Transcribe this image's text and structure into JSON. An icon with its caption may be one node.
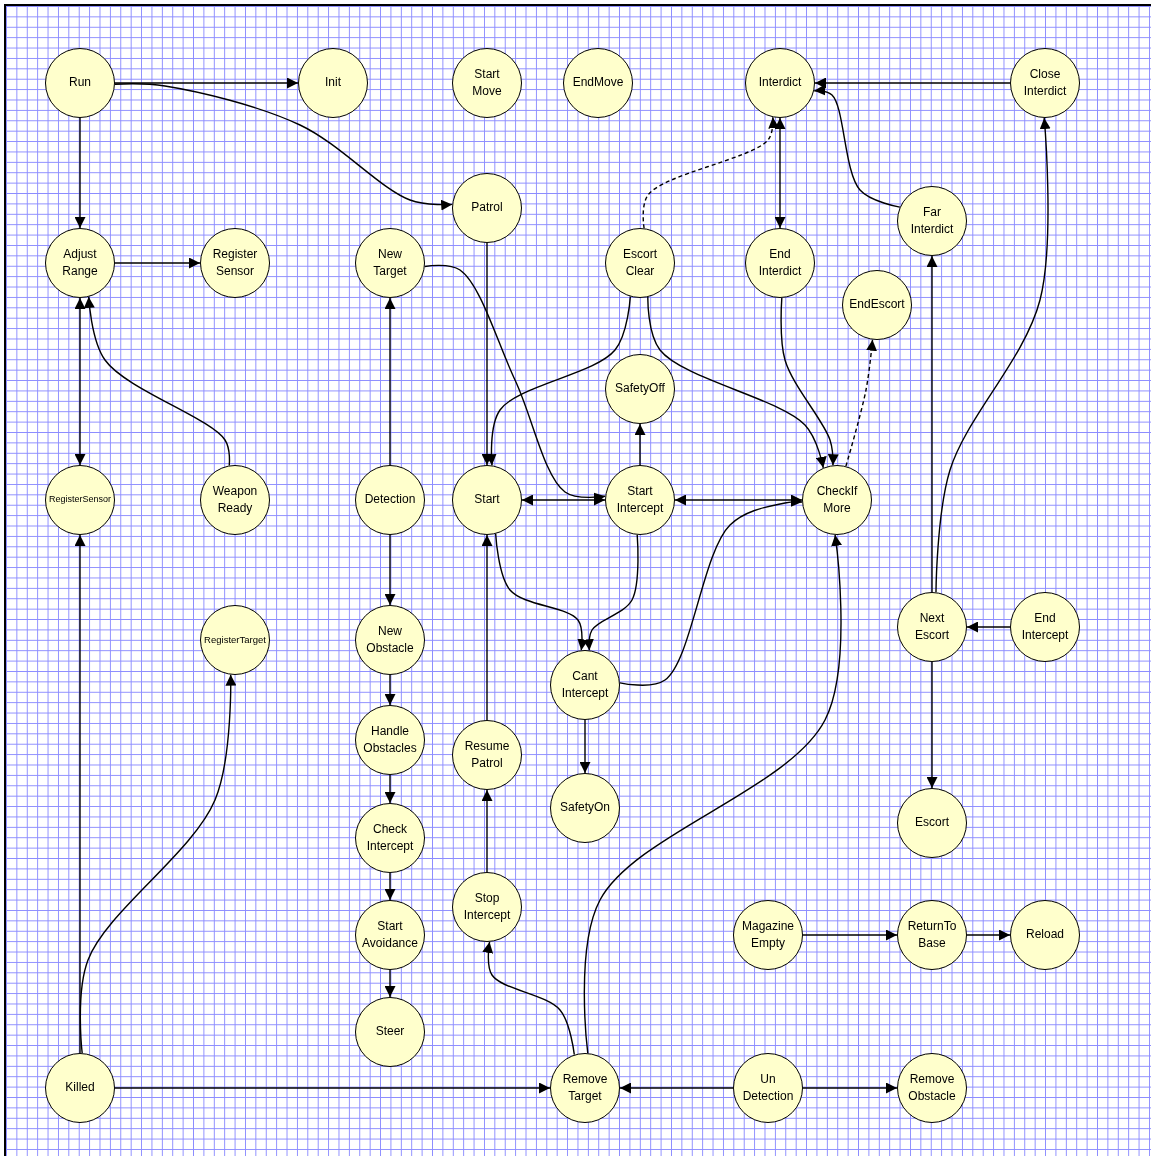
{
  "diagram": {
    "nodes": [
      {
        "text": [
          "Run"
        ]
      },
      {
        "text": [
          "Init"
        ]
      },
      {
        "text": [
          "Start Move"
        ]
      },
      {
        "text": [
          "EndMove"
        ]
      },
      {
        "text": [
          "Interdict"
        ]
      },
      {
        "text": [
          "Close Interdict"
        ]
      },
      {
        "text": [
          "Patrol"
        ]
      },
      {
        "text": [
          "Adjust Range"
        ]
      },
      {
        "text": [
          "Register Sensor"
        ]
      },
      {
        "text": [
          "New Target"
        ]
      },
      {
        "text": [
          "Escort Clear"
        ]
      },
      {
        "text": [
          "End Interdict"
        ]
      },
      {
        "text": [
          "Far Interdict"
        ]
      },
      {
        "text": [
          "EndEscort"
        ]
      },
      {
        "text": [
          "SafetyOff"
        ]
      },
      {
        "text": [
          "RegisterSensor"
        ]
      },
      {
        "text": [
          "Weapon Ready"
        ]
      },
      {
        "text": [
          "Detection"
        ]
      },
      {
        "text": [
          "Start"
        ]
      },
      {
        "text": [
          "Start Intercept"
        ]
      },
      {
        "text": [
          "CheckIf More"
        ]
      },
      {
        "text": [
          "New Obstacle"
        ]
      },
      {
        "text": [
          "RegisterTarget"
        ]
      },
      {
        "text": [
          "Next Escort"
        ]
      },
      {
        "text": [
          "End Intercept"
        ]
      },
      {
        "text": [
          "Cant Intercept"
        ]
      },
      {
        "text": [
          "Handle Obstacles"
        ]
      },
      {
        "text": [
          "Resume Patrol"
        ]
      },
      {
        "text": [
          "SafetyOn"
        ]
      },
      {
        "text": [
          "Check Intercept"
        ]
      },
      {
        "text": [
          "Escort"
        ]
      },
      {
        "text": [
          "Start Avoidance"
        ]
      },
      {
        "text": [
          "Stop Intercept"
        ]
      },
      {
        "text": [
          "Magazine Empty"
        ]
      },
      {
        "text": [
          "ReturnTo Base"
        ]
      },
      {
        "text": [
          "Reload"
        ]
      },
      {
        "text": [
          "Steer"
        ]
      },
      {
        "text": [
          "Killed"
        ]
      },
      {
        "text": [
          "Remove Target"
        ]
      },
      {
        "text": [
          "Un Detection"
        ]
      },
      {
        "text": [
          "Remove Obstacle"
        ]
      }
    ],
    "edges": [
      {
        "from": 0,
        "to": 1,
        "arrow": "to"
      },
      {
        "from": 0,
        "to": 6,
        "arrow": "to"
      },
      {
        "from": 0,
        "to": 7,
        "arrow": "to"
      },
      {
        "from": 7,
        "to": 8,
        "arrow": "to"
      },
      {
        "from": 7,
        "to": 15,
        "arrow": "both"
      },
      {
        "from": 16,
        "to": 7,
        "arrow": "to"
      },
      {
        "from": 37,
        "to": 15,
        "arrow": "to"
      },
      {
        "from": 37,
        "to": 22,
        "arrow": "to"
      },
      {
        "from": 37,
        "to": 38,
        "arrow": "to"
      },
      {
        "from": 17,
        "to": 9,
        "arrow": "to"
      },
      {
        "from": 17,
        "to": 21,
        "arrow": "to"
      },
      {
        "from": 21,
        "to": 26,
        "arrow": "to"
      },
      {
        "from": 26,
        "to": 29,
        "arrow": "to"
      },
      {
        "from": 29,
        "to": 31,
        "arrow": "to"
      },
      {
        "from": 31,
        "to": 36,
        "arrow": "to"
      },
      {
        "from": 9,
        "to": 19,
        "arrow": "to"
      },
      {
        "from": 6,
        "to": 18,
        "arrow": "to"
      },
      {
        "from": 10,
        "to": 18,
        "arrow": "to"
      },
      {
        "from": 10,
        "to": 20,
        "arrow": "to"
      },
      {
        "from": 10,
        "to": 4,
        "arrow": "to",
        "style": "dashed"
      },
      {
        "from": 4,
        "to": 11,
        "arrow": "both"
      },
      {
        "from": 11,
        "to": 20,
        "arrow": "to"
      },
      {
        "from": 20,
        "to": 13,
        "arrow": "to",
        "style": "dashed"
      },
      {
        "from": 5,
        "to": 4,
        "arrow": "to"
      },
      {
        "from": 12,
        "to": 4,
        "arrow": "to"
      },
      {
        "from": 19,
        "to": 14,
        "arrow": "to"
      },
      {
        "from": 18,
        "to": 19,
        "arrow": "both"
      },
      {
        "from": 19,
        "to": 20,
        "arrow": "both"
      },
      {
        "from": 18,
        "to": 25,
        "arrow": "to"
      },
      {
        "from": 19,
        "to": 25,
        "arrow": "to"
      },
      {
        "from": 25,
        "to": 20,
        "arrow": "to"
      },
      {
        "from": 25,
        "to": 28,
        "arrow": "to"
      },
      {
        "from": 27,
        "to": 18,
        "arrow": "to"
      },
      {
        "from": 32,
        "to": 27,
        "arrow": "to"
      },
      {
        "from": 38,
        "to": 32,
        "arrow": "to"
      },
      {
        "from": 38,
        "to": 20,
        "arrow": "to"
      },
      {
        "from": 23,
        "to": 12,
        "arrow": "to"
      },
      {
        "from": 23,
        "to": 5,
        "arrow": "to"
      },
      {
        "from": 24,
        "to": 23,
        "arrow": "to"
      },
      {
        "from": 23,
        "to": 30,
        "arrow": "to"
      },
      {
        "from": 33,
        "to": 34,
        "arrow": "to"
      },
      {
        "from": 34,
        "to": 35,
        "arrow": "to"
      },
      {
        "from": 39,
        "to": 38,
        "arrow": "to"
      },
      {
        "from": 39,
        "to": 40,
        "arrow": "to"
      }
    ]
  }
}
